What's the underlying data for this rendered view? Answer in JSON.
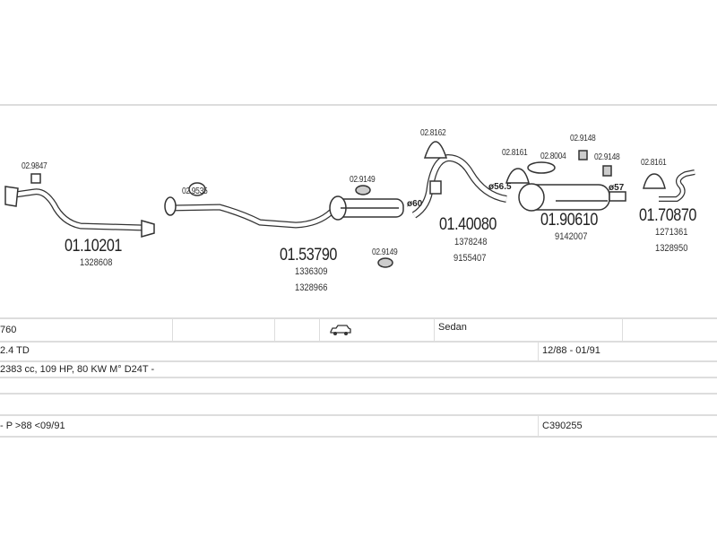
{
  "diagram": {
    "parts": [
      {
        "number": "01.10201",
        "oe": [
          "1328608"
        ]
      },
      {
        "number": "01.53790",
        "oe": [
          "1336309",
          "1328966"
        ]
      },
      {
        "number": "01.40080",
        "oe": [
          "1378248",
          "9155407"
        ]
      },
      {
        "number": "01.90610",
        "oe": [
          "9142007"
        ]
      },
      {
        "number": "01.70870",
        "oe": [
          "1271361",
          "1328950"
        ]
      }
    ],
    "accessories": [
      "02.9847",
      "02.9535",
      "02.9149",
      "02.9149",
      "02.8162",
      "02.8161",
      "02.8004",
      "02.9148",
      "02.9148",
      "02.8161"
    ],
    "diameters": [
      "ø60",
      "ø56.5",
      "ø57"
    ]
  },
  "vehicle": {
    "model": "760",
    "body_type": "Sedan",
    "body_icon": "sedan-car-icon",
    "engine": "2.4 TD",
    "production": "12/88 - 01/91",
    "engine_details": "2383 cc, 109 HP, 80 KW M° D24T -",
    "note": "- P >88 <09/91",
    "code": "C390255"
  }
}
